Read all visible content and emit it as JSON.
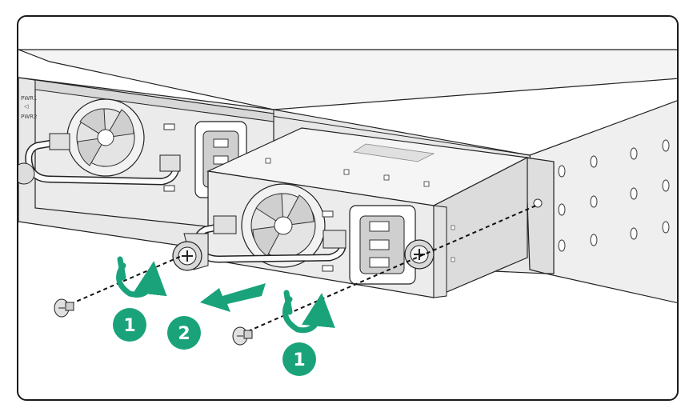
{
  "panel_labels": {
    "psu1": "PWR1",
    "psu2": "PWR2"
  },
  "steps": {
    "left_screw": "1",
    "pull_out": "2",
    "right_screw": "1"
  },
  "colors": {
    "accent": "#1aa37a",
    "line": "#222222",
    "metal": "#e6e6e6"
  }
}
